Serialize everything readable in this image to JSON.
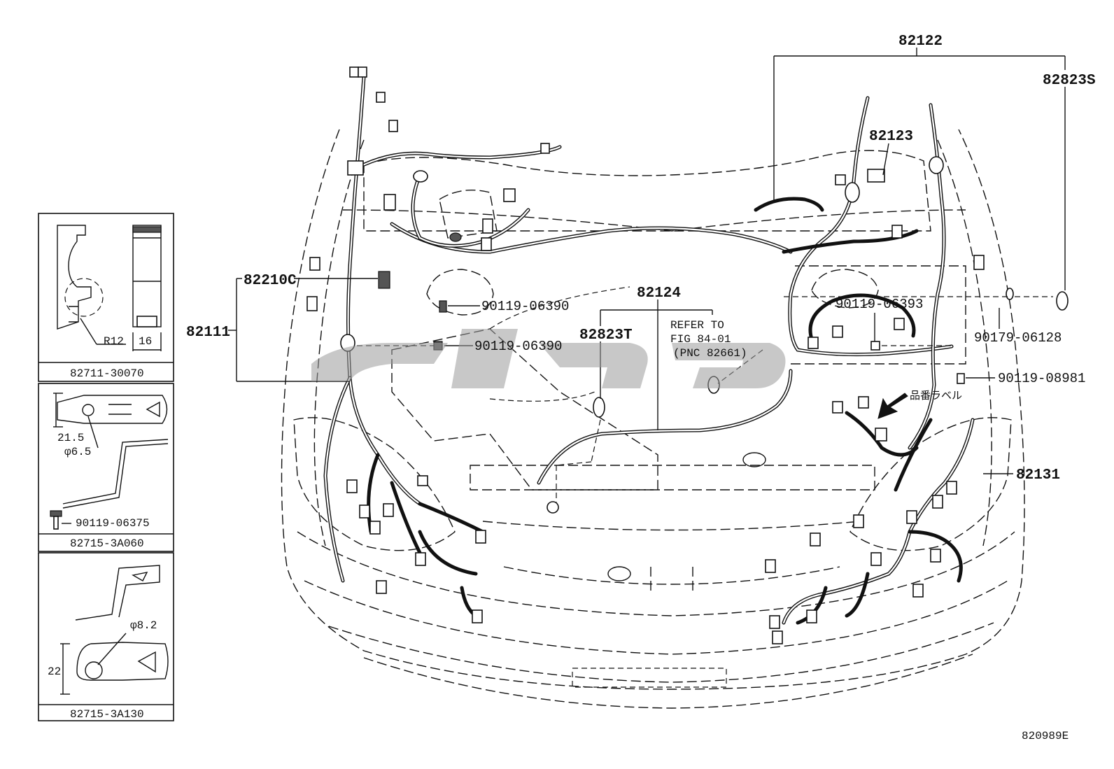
{
  "diagram": {
    "callouts": {
      "p82122": "82122",
      "p82823S": "82823S",
      "p82123": "82123",
      "p82210C": "82210C",
      "p82111": "82111",
      "p82124": "82124",
      "p82823T": "82823T",
      "p82131": "82131",
      "b90119_06390_a": "90119-06390",
      "b90119_06390_b": "90119-06390",
      "b90119_06393": "90119-06393",
      "b90179_06128": "90179-06128",
      "b90119_08981": "90119-08981"
    },
    "refer_note": {
      "line1": "REFER TO",
      "line2": "FIG 84-01",
      "line3": "(PNC 82661)"
    },
    "label_note_jp": "品番ラベル",
    "figure_id": "820989E"
  },
  "inset_panels": {
    "panel1": {
      "part": "82711-30070",
      "dim_radius": "R12",
      "dim_width": "16"
    },
    "panel2": {
      "part": "82715-3A060",
      "dim_height": "21.5",
      "dim_hole": "φ6.5",
      "bolt": "90119-06375"
    },
    "panel3": {
      "part": "82715-3A130",
      "dim_hole": "φ8.2",
      "dim_height": "22"
    }
  },
  "colors": {
    "line": "#111111",
    "watermark": "#9a9a9a",
    "background": "#ffffff"
  }
}
